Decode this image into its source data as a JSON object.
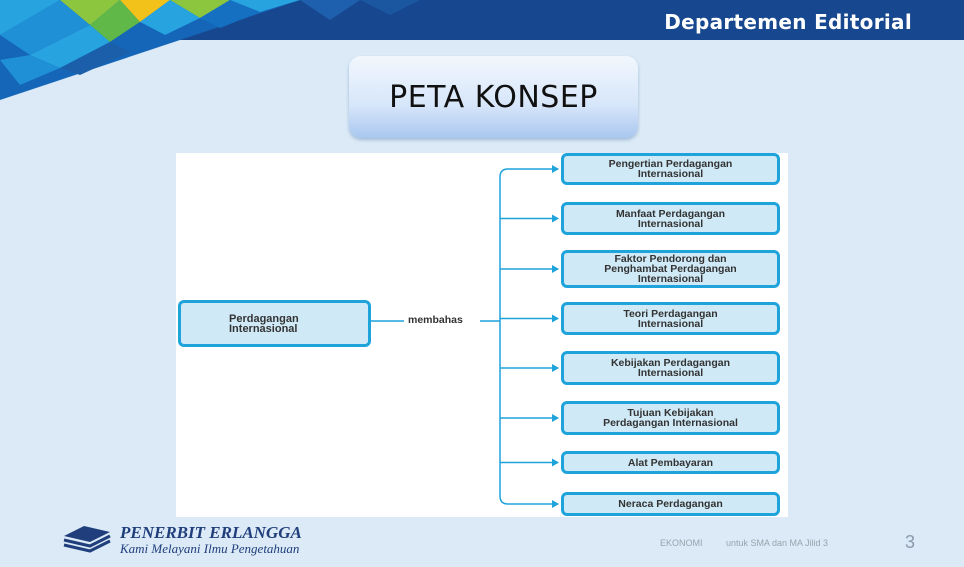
{
  "header": {
    "department": "Departemen Editorial"
  },
  "title": "PETA KONSEP",
  "concept_map": {
    "root": "Perdagangan\nInternasional",
    "connector": "membahas",
    "branches": [
      "Pengertian Perdagangan\nInternasional",
      "Manfaat Perdagangan\nInternasional",
      "Faktor Pendorong dan\nPenghambat Perdagangan\nInternasional",
      "Teori Perdagangan\nInternasional",
      "Kebijakan Perdagangan\nInternasional",
      "Tujuan Kebijakan\nPerdagangan Internasional",
      "Alat Pembayaran",
      "Neraca Perdagangan"
    ],
    "colors": {
      "border": "#1fa3db",
      "fill": "#cfe9f6",
      "line": "#1fa3db"
    }
  },
  "footer": {
    "publisher": "PENERBIT ERLANGGA",
    "tagline": "Kami Melayani Ilmu Pengetahuan",
    "subject": "EKONOMI",
    "book": "untuk SMA dan MA Jilid 3",
    "page": "3"
  }
}
